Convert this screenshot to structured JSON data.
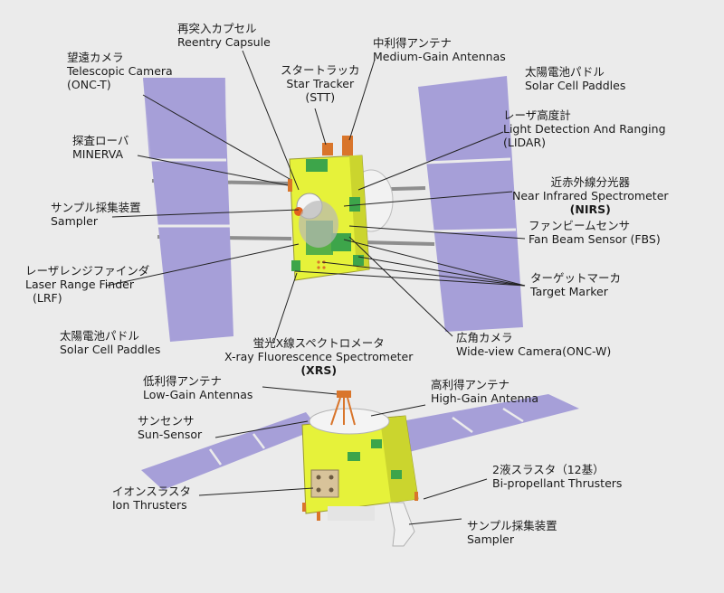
{
  "labels": {
    "telescopic_camera": {
      "jp": "望遠カメラ",
      "en": "Telescopic Camera",
      "abbr": "(ONC-T)"
    },
    "reentry_capsule": {
      "jp": "再突入カプセル",
      "en": "Reentry Capsule"
    },
    "star_tracker": {
      "jp": "スタートラッカ",
      "en": "Star Tracker",
      "abbr": "(STT)"
    },
    "medium_gain": {
      "jp": "中利得アンテナ",
      "en": "Medium-Gain Antennas"
    },
    "solar_paddles_right": {
      "jp": "太陽電池パドル",
      "en": "Solar Cell Paddles"
    },
    "lidar": {
      "jp": "レーザ高度計",
      "en": "Light Detection And Ranging",
      "abbr": "(LIDAR)"
    },
    "minerva": {
      "jp": "探査ローバ",
      "en": "MINERVA"
    },
    "nirs": {
      "jp": "近赤外線分光器",
      "en": "Near Infrared Spectrometer",
      "abbr": "(NIRS)"
    },
    "sampler_top": {
      "jp": "サンプル採集装置",
      "en": "Sampler"
    },
    "fbs": {
      "jp": "ファンビームセンサ",
      "en": "Fan Beam Sensor (FBS)"
    },
    "lrf": {
      "jp": "レーザレンジファインダ",
      "en": "Laser Range Finder",
      "abbr": "(LRF)"
    },
    "target_marker": {
      "jp": "ターゲットマーカ",
      "en": "Target Marker"
    },
    "solar_paddles_left": {
      "jp": "太陽電池パドル",
      "en": "Solar Cell Paddles"
    },
    "xrs": {
      "jp": "蛍光X線スペクトロメータ",
      "en": "X-ray Fluorescence Spectrometer",
      "abbr": "(XRS)"
    },
    "wide_view": {
      "jp": "広角カメラ",
      "en": "Wide-view Camera(ONC-W)"
    },
    "low_gain": {
      "jp": "低利得アンテナ",
      "en": "Low-Gain Antennas"
    },
    "high_gain": {
      "jp": "高利得アンテナ",
      "en": "High-Gain Antenna"
    },
    "sun_sensor": {
      "jp": "サンセンサ",
      "en": "Sun-Sensor"
    },
    "biprop": {
      "jp": "2液スラスタ（12基）",
      "en": "Bi-propellant Thrusters"
    },
    "ion_thrusters": {
      "jp": "イオンスラスタ",
      "en": "Ion Thrusters"
    },
    "sampler_bottom": {
      "jp": "サンプル採集装置",
      "en": "Sampler"
    }
  },
  "colors": {
    "panel": "#a69fd8",
    "body": "#e6f23a",
    "green": "#3da54a",
    "orange": "#d9752b",
    "line": "#222222",
    "boom": "#8e8e8e"
  }
}
